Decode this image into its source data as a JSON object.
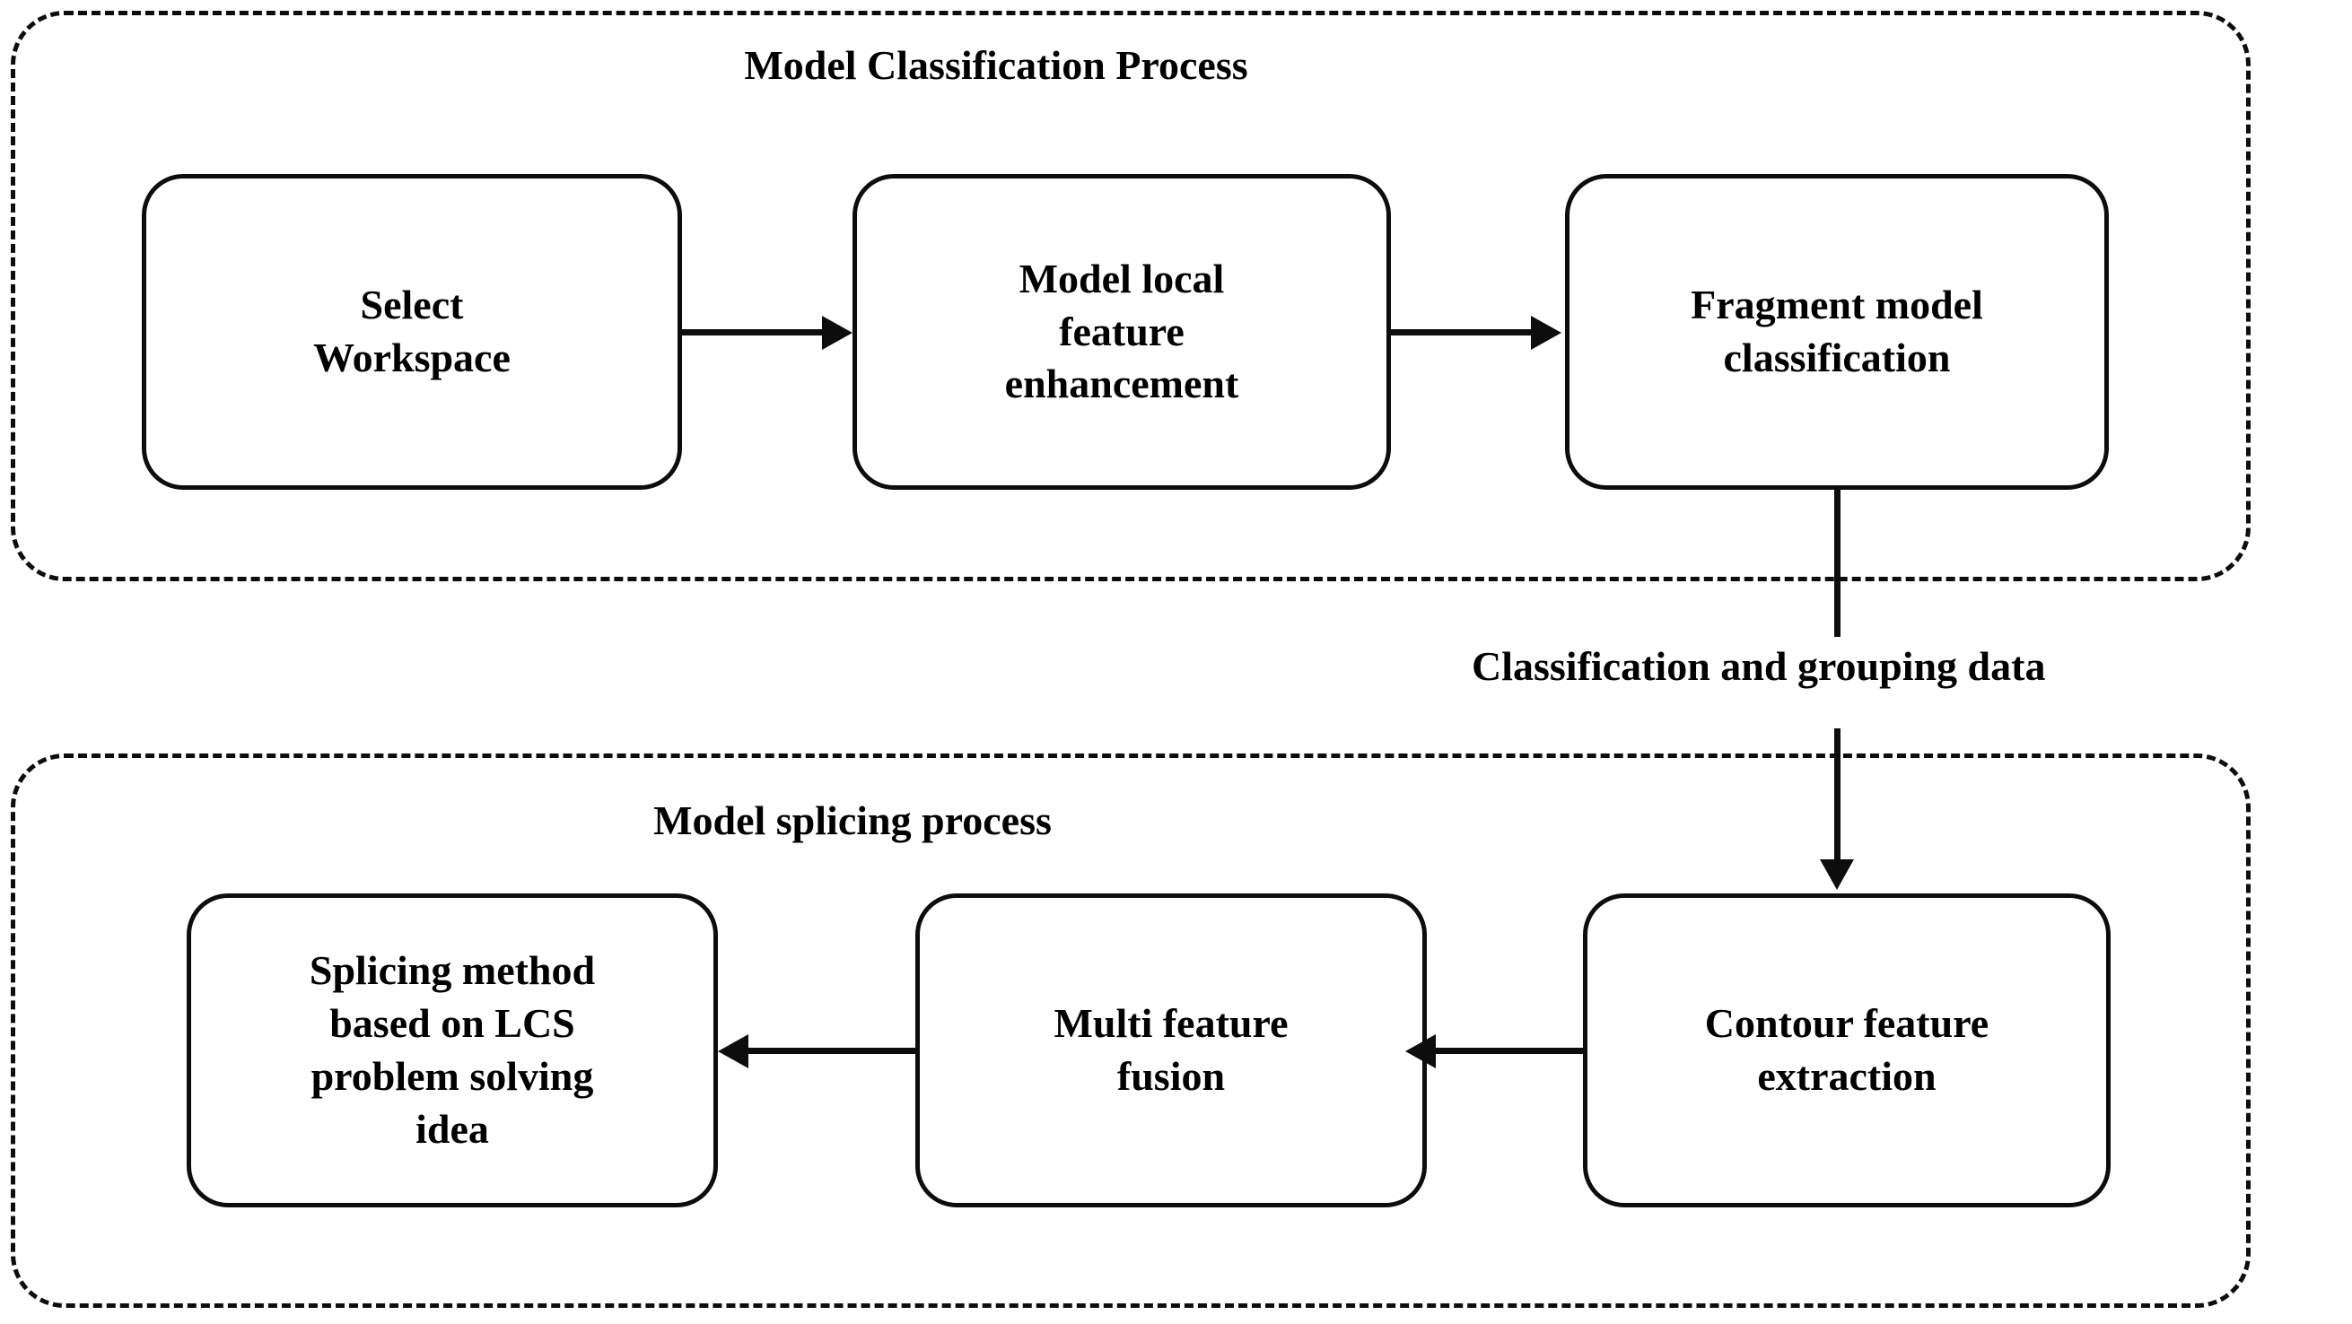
{
  "diagram": {
    "groups": [
      {
        "id": "model-classification-process",
        "title": "Model Classification Process",
        "nodes": [
          {
            "id": "select-workspace",
            "label": "Select\nWorkspace"
          },
          {
            "id": "local-feature",
            "label": "Model local\nfeature\nenhancement"
          },
          {
            "id": "fragment-classify",
            "label": "Fragment model\nclassification"
          }
        ]
      },
      {
        "id": "model-splicing-process",
        "title": "Model splicing process",
        "nodes": [
          {
            "id": "lcs-splicing",
            "label": "Splicing method\nbased on LCS\nproblem solving\nidea"
          },
          {
            "id": "multi-feature",
            "label": "Multi feature\nfusion"
          },
          {
            "id": "contour-extraction",
            "label": "Contour feature\nextraction"
          }
        ]
      }
    ],
    "edge_labels": {
      "classification_to_splicing": "Classification and grouping data"
    },
    "arrows": [
      {
        "id": "arrow-select-to-local",
        "from": "select-workspace",
        "to": "local-feature",
        "direction": "right"
      },
      {
        "id": "arrow-local-to-fragment",
        "from": "local-feature",
        "to": "fragment-classify",
        "direction": "right"
      },
      {
        "id": "arrow-fragment-to-contour",
        "from": "fragment-classify",
        "to": "contour-extraction",
        "direction": "down"
      },
      {
        "id": "arrow-contour-to-multi",
        "from": "contour-extraction",
        "to": "multi-feature",
        "direction": "left"
      },
      {
        "id": "arrow-multi-to-lcs",
        "from": "multi-feature",
        "to": "lcs-splicing",
        "direction": "left"
      }
    ],
    "colors": {
      "stroke": "#0d0d0d",
      "background": "#ffffff",
      "text": "#000000"
    }
  }
}
